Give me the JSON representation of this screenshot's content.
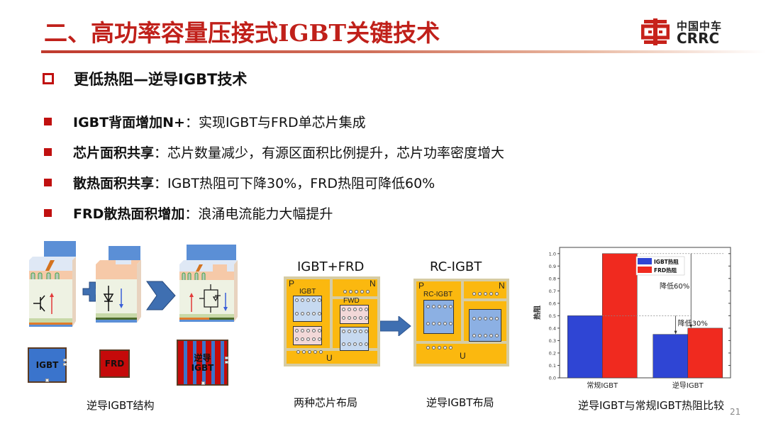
{
  "header": {
    "title": "二、高功率容量压接式IGBT关键技术",
    "logo": {
      "cn": "中国中车",
      "en": "CRRC",
      "icon": "crrc-logo-icon"
    }
  },
  "section": {
    "icon": "hollow-square-icon",
    "heading": "更低热阻—逆导IGBT技术"
  },
  "bullets": [
    {
      "key": "IGBT背面增加N+",
      "sep": "：",
      "desc": "实现IGBT与FRD单芯片集成"
    },
    {
      "key": "芯片面积共享",
      "sep": "：",
      "desc": "芯片数量减少，有源区面积比例提升，芯片功率密度增大"
    },
    {
      "key": "散热面积共享",
      "sep": "：",
      "desc": "IGBT热阻可下降30%，FRD热阻可降低60%"
    },
    {
      "key": "FRD散热面积增加",
      "sep": "：",
      "desc": "浪涌电流能力大幅提升"
    }
  ],
  "figures": {
    "structure": {
      "caption": "逆导IGBT结构",
      "chips": {
        "igbt": "IGBT",
        "frd": "FRD",
        "rc_line1": "逆导",
        "rc_line2": "IGBT"
      }
    },
    "two_chip_layout": {
      "title": "IGBT+FRD",
      "caption": "两种芯片布局",
      "labels": {
        "p": "P",
        "n": "N",
        "u": "U",
        "igbt": "IGBT",
        "fwd": "FWD"
      }
    },
    "rc_layout": {
      "title": "RC-IGBT",
      "caption": "逆导IGBT布局",
      "labels": {
        "p": "P",
        "n": "N",
        "u": "U",
        "rc": "RC-IGBT"
      }
    },
    "chart_caption": "逆导IGBT与常规IGBT热阻比较"
  },
  "chart_data": {
    "type": "bar",
    "title": "逆导IGBT与常规IGBT热阻比较",
    "categories": [
      "常规IGBT",
      "逆导IGBT"
    ],
    "series": [
      {
        "name": "IGBT热阻",
        "color": "#2f45d4",
        "values": [
          0.5,
          0.35
        ]
      },
      {
        "name": "FRD热阻",
        "color": "#f02a1f",
        "values": [
          1.0,
          0.4
        ]
      }
    ],
    "xlabel": "",
    "ylabel": "热阻",
    "ylim": [
      0.0,
      1.05
    ],
    "yticks": [
      "0.0",
      "0.1",
      "0.2",
      "0.3",
      "0.4",
      "0.5",
      "0.6",
      "0.7",
      "0.8",
      "0.9",
      "1.0"
    ],
    "legend_position": "upper-center",
    "annotations": [
      {
        "text": "降低60%",
        "from": 1.0,
        "to": 0.4,
        "series": "FRD热阻"
      },
      {
        "text": "降低30%",
        "from": 0.5,
        "to": 0.35,
        "series": "IGBT热阻"
      }
    ],
    "grid": false
  },
  "page_number": "21",
  "colors": {
    "title_red": "#c0201a",
    "bullet_red": "#c0100f",
    "pad_yellow": "#fbb80f",
    "board_beige": "#d6cca4",
    "chip_blue": "#3a74cc",
    "chip_red": "#c50a0a"
  }
}
